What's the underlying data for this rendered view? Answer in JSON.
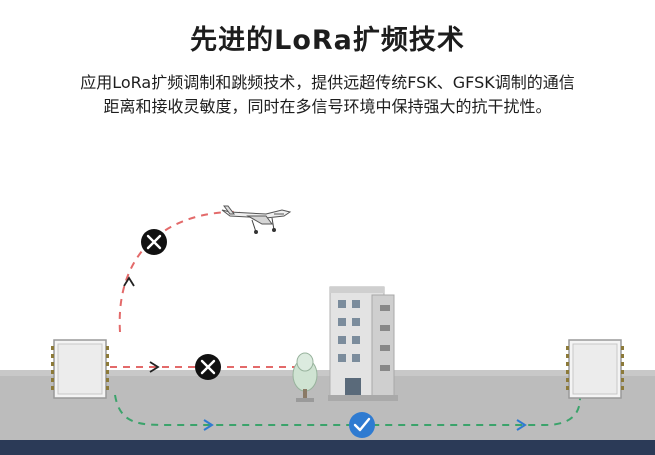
{
  "header": {
    "title": "先进的LoRa扩频技术",
    "description_line1": "应用LoRa扩频调制和跳频技术，提供远超传统FSK、GFSK调制的通信",
    "description_line2": "距离和接收灵敏度，同时在多信号环境中保持强大的抗干扰性。"
  },
  "colors": {
    "blocked_path": "#e36a6a",
    "success_path": "#3ba36b",
    "arrow_blue": "#2f7bd1",
    "ground": "#bdbdbd",
    "building": "#dedede",
    "module": "#f2f2f2"
  },
  "icons": {
    "blocked": "close-icon",
    "success": "check-icon",
    "airplane": "airplane-icon",
    "building": "building-icon",
    "tree": "tree-icon"
  }
}
